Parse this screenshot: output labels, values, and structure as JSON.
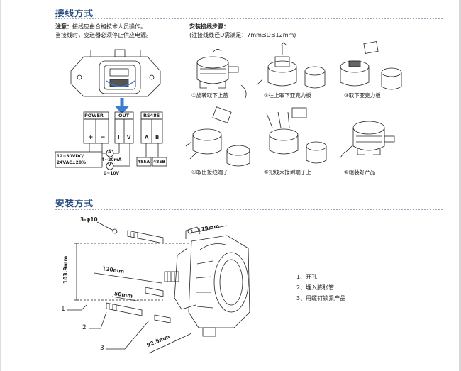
{
  "wiring": {
    "title": "接线方式",
    "note_label": "注意：",
    "note_line1": "接线应由合格技术人员操作。",
    "note_line2": "当接线时，变送器必须停止供应电源。",
    "terminals": {
      "power_header": "POWER",
      "out_header": "OUT",
      "rs485_header": "RS485",
      "plus": "+",
      "minus": "−",
      "i": "I",
      "v": "V",
      "a": "A",
      "b": "B",
      "supply": "12~30VDC/ 24VAC±20%",
      "current": "4~20mA",
      "voltage": "0~10V",
      "ammeter": "A",
      "voltmeter": "V",
      "485a": "485A",
      "485b": "485B"
    }
  },
  "steps": {
    "title": "安装接线步骤：",
    "subtitle": "(注接线线径D需满足：7mm≤D≤12mm)",
    "captions": [
      "①旋转取下上盖",
      "②往上取下亚克力板",
      "③取下亚克力板",
      "④取出接线端子",
      "⑤把线束接到端子上",
      "⑥组装好产品"
    ]
  },
  "install": {
    "title": "安装方式",
    "dims": {
      "holes": "3-φ10",
      "height": "103.9mm",
      "depth": "120mm",
      "bolt": "50mm",
      "width": "179mm",
      "base": "92.5mm"
    },
    "callouts": [
      "1",
      "2",
      "3"
    ],
    "list": [
      "1、开孔",
      "2、埋入膨胀管",
      "3、用螺钉锁紧产品"
    ]
  }
}
